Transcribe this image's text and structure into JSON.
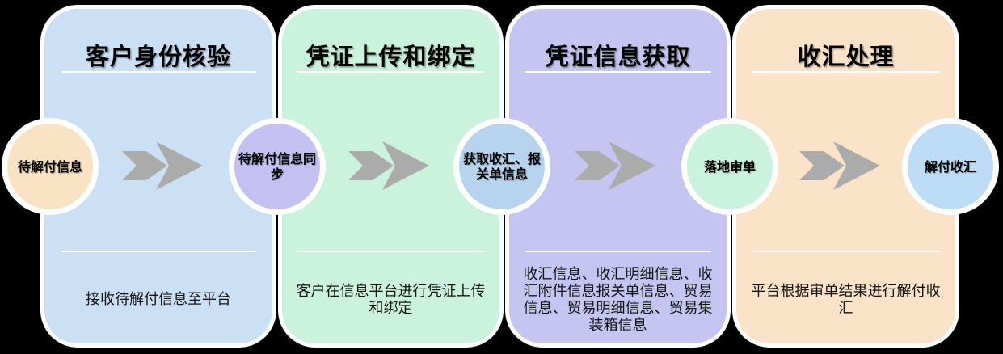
{
  "canvas": {
    "background": "#000000"
  },
  "arrow": {
    "color": "#ABABAB"
  },
  "panels": [
    {
      "title": "客户身份核验",
      "body": "接收待解付信息至平台",
      "color": "#CCE0F5"
    },
    {
      "title": "凭证上传和绑定",
      "body": "客户在信息平台进行凭证上传和绑定",
      "color": "#CBF2DC"
    },
    {
      "title": "凭证信息获取",
      "body": "收汇信息、收汇明细信息、收汇附件信息报关单信息、贸易信息、贸易明细信息、贸易集装箱信息",
      "color": "#C6C4F0"
    },
    {
      "title": "收汇处理",
      "body": "平台根据审单结果进行解付收汇",
      "color": "#FAE3C8"
    }
  ],
  "nodes": [
    {
      "label": "待解付信息",
      "color": "#FAE2C4"
    },
    {
      "label": "待解付信息同步",
      "color": "#C4C1F2"
    },
    {
      "label": "获取收汇、报关单信息",
      "color": "#B7D3EE"
    },
    {
      "label": "落地审单",
      "color": "#CBF2DF"
    },
    {
      "label": "解付收汇",
      "color": "#BEDCF5"
    }
  ]
}
